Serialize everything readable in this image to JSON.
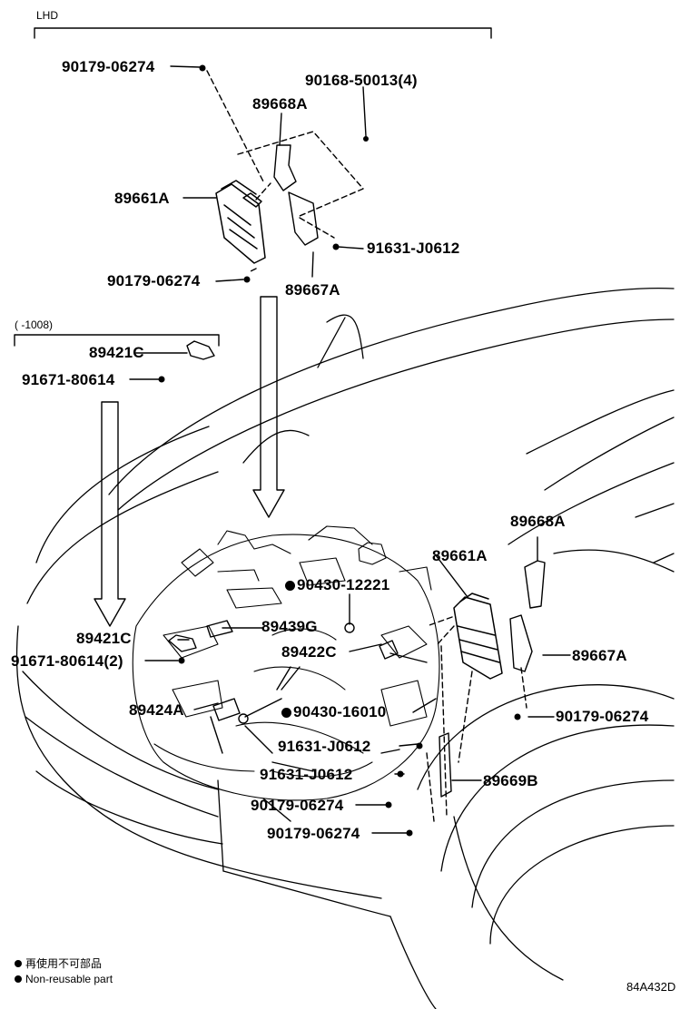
{
  "header": {
    "lhd": "LHD",
    "range": "(    -1008)"
  },
  "labels": {
    "p90179_06274_a": "90179-06274",
    "p90168_50013": "90168-50013(4)",
    "p89668A_top": "89668A",
    "p89661A_top": "89661A",
    "p91631_J0612_top": "91631-J0612",
    "p90179_06274_b": "90179-06274",
    "p89667A_top": "89667A",
    "p89421C_top": "89421C",
    "p91671_80614_top": "91671-80614",
    "p89668A_main": "89668A",
    "p89661A_main": "89661A",
    "p90430_12221": "90430-12221",
    "p89421C_main": "89421C",
    "p89439G": "89439G",
    "p91671_80614_2": "91671-80614(2)",
    "p89422C": "89422C",
    "p89667A_main": "89667A",
    "p89424A": "89424A",
    "p90430_16010": "90430-16010",
    "p90179_06274_c": "90179-06274",
    "p91631_J0612_a": "91631-J0612",
    "p91631_J0612_b": "91631-J0612",
    "p89669B": "89669B",
    "p90179_06274_d": "90179-06274",
    "p90179_06274_e": "90179-06274"
  },
  "notes": {
    "jp": "再使用不可部品",
    "en": "Non-reusable part",
    "figure_code": "84A432D"
  }
}
